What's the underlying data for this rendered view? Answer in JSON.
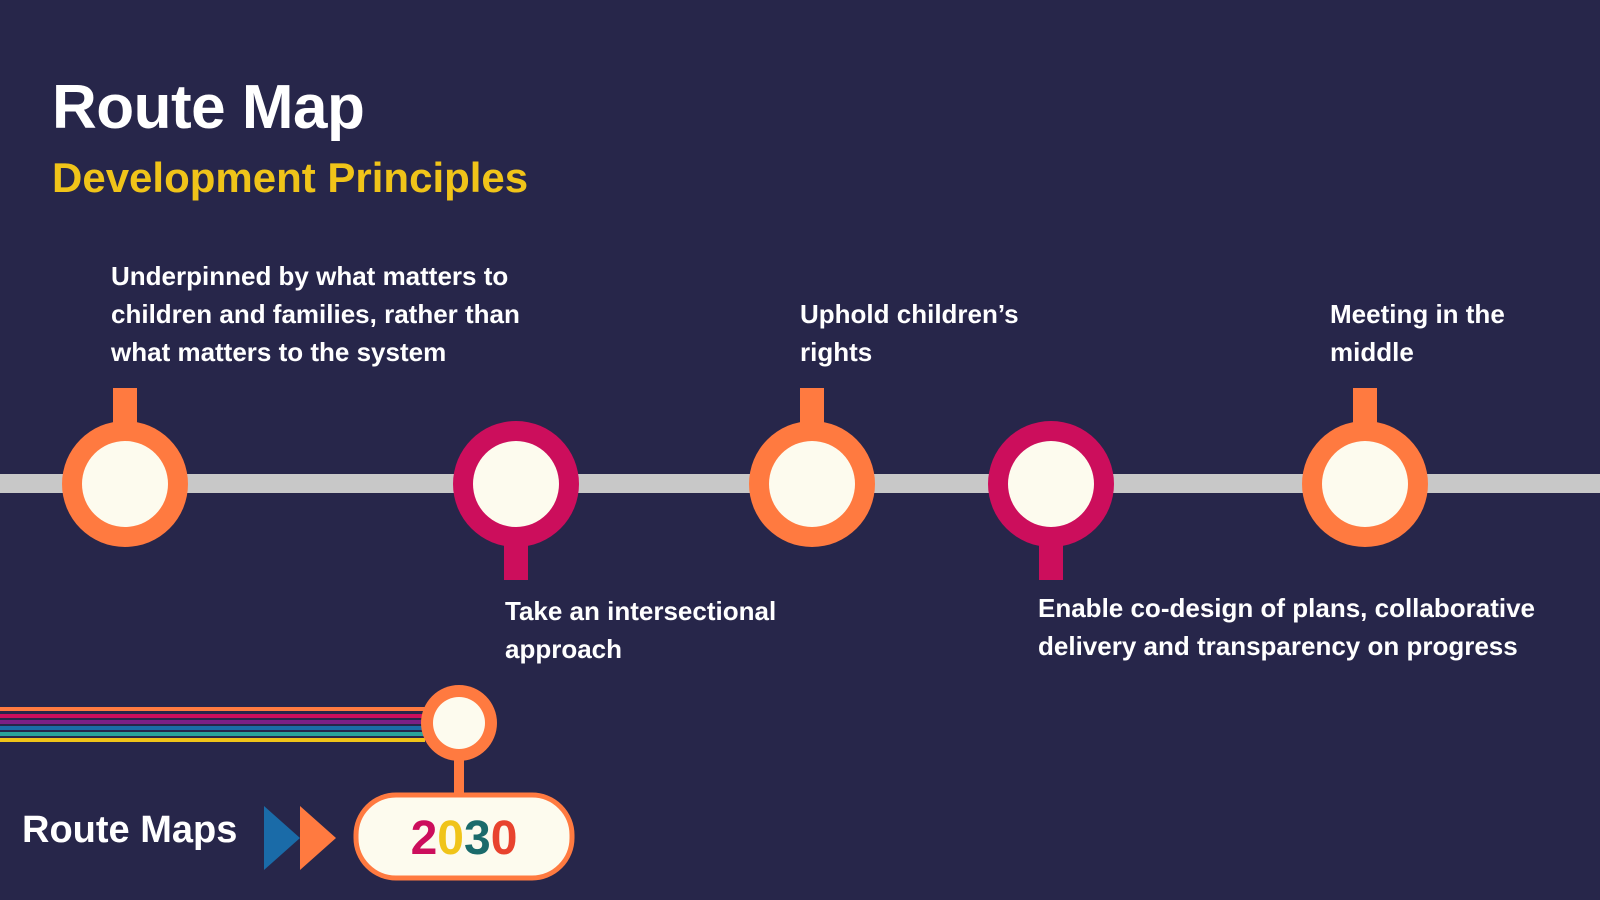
{
  "header": {
    "title": "Route Map",
    "subtitle": "Development Principles"
  },
  "stops": [
    {
      "label": "Underpinned by what matters to children and families, rather than what matters to the system",
      "position": "above",
      "color": "#ff7a40"
    },
    {
      "label": "Take an intersectional approach",
      "position": "below",
      "color": "#cc0e5c"
    },
    {
      "label": "Uphold children’s rights",
      "position": "above",
      "color": "#ff7a40"
    },
    {
      "label": "Enable co-design of plans, collaborative delivery and transparency on progress",
      "position": "below",
      "color": "#cc0e5c"
    },
    {
      "label": "Meeting in the middle",
      "position": "above",
      "color": "#ff7a40"
    }
  ],
  "footer": {
    "brand": "Route Maps",
    "badge_text": "2030",
    "badge_colors": [
      "#cc0e5c",
      "#f0c419",
      "#1a6b6b",
      "#e8432e"
    ],
    "line_colors": [
      "#ff7a40",
      "#cc0e5c",
      "#7a1f86",
      "#1a6ba8",
      "#2aa39a",
      "#f0c419"
    ]
  },
  "colors": {
    "background": "#27264a",
    "track": "#c8c8c8",
    "station_fill": "#fdfbee",
    "orange": "#ff7a40",
    "magenta": "#cc0e5c",
    "yellow": "#f0c419",
    "blue": "#1a6ba8"
  }
}
